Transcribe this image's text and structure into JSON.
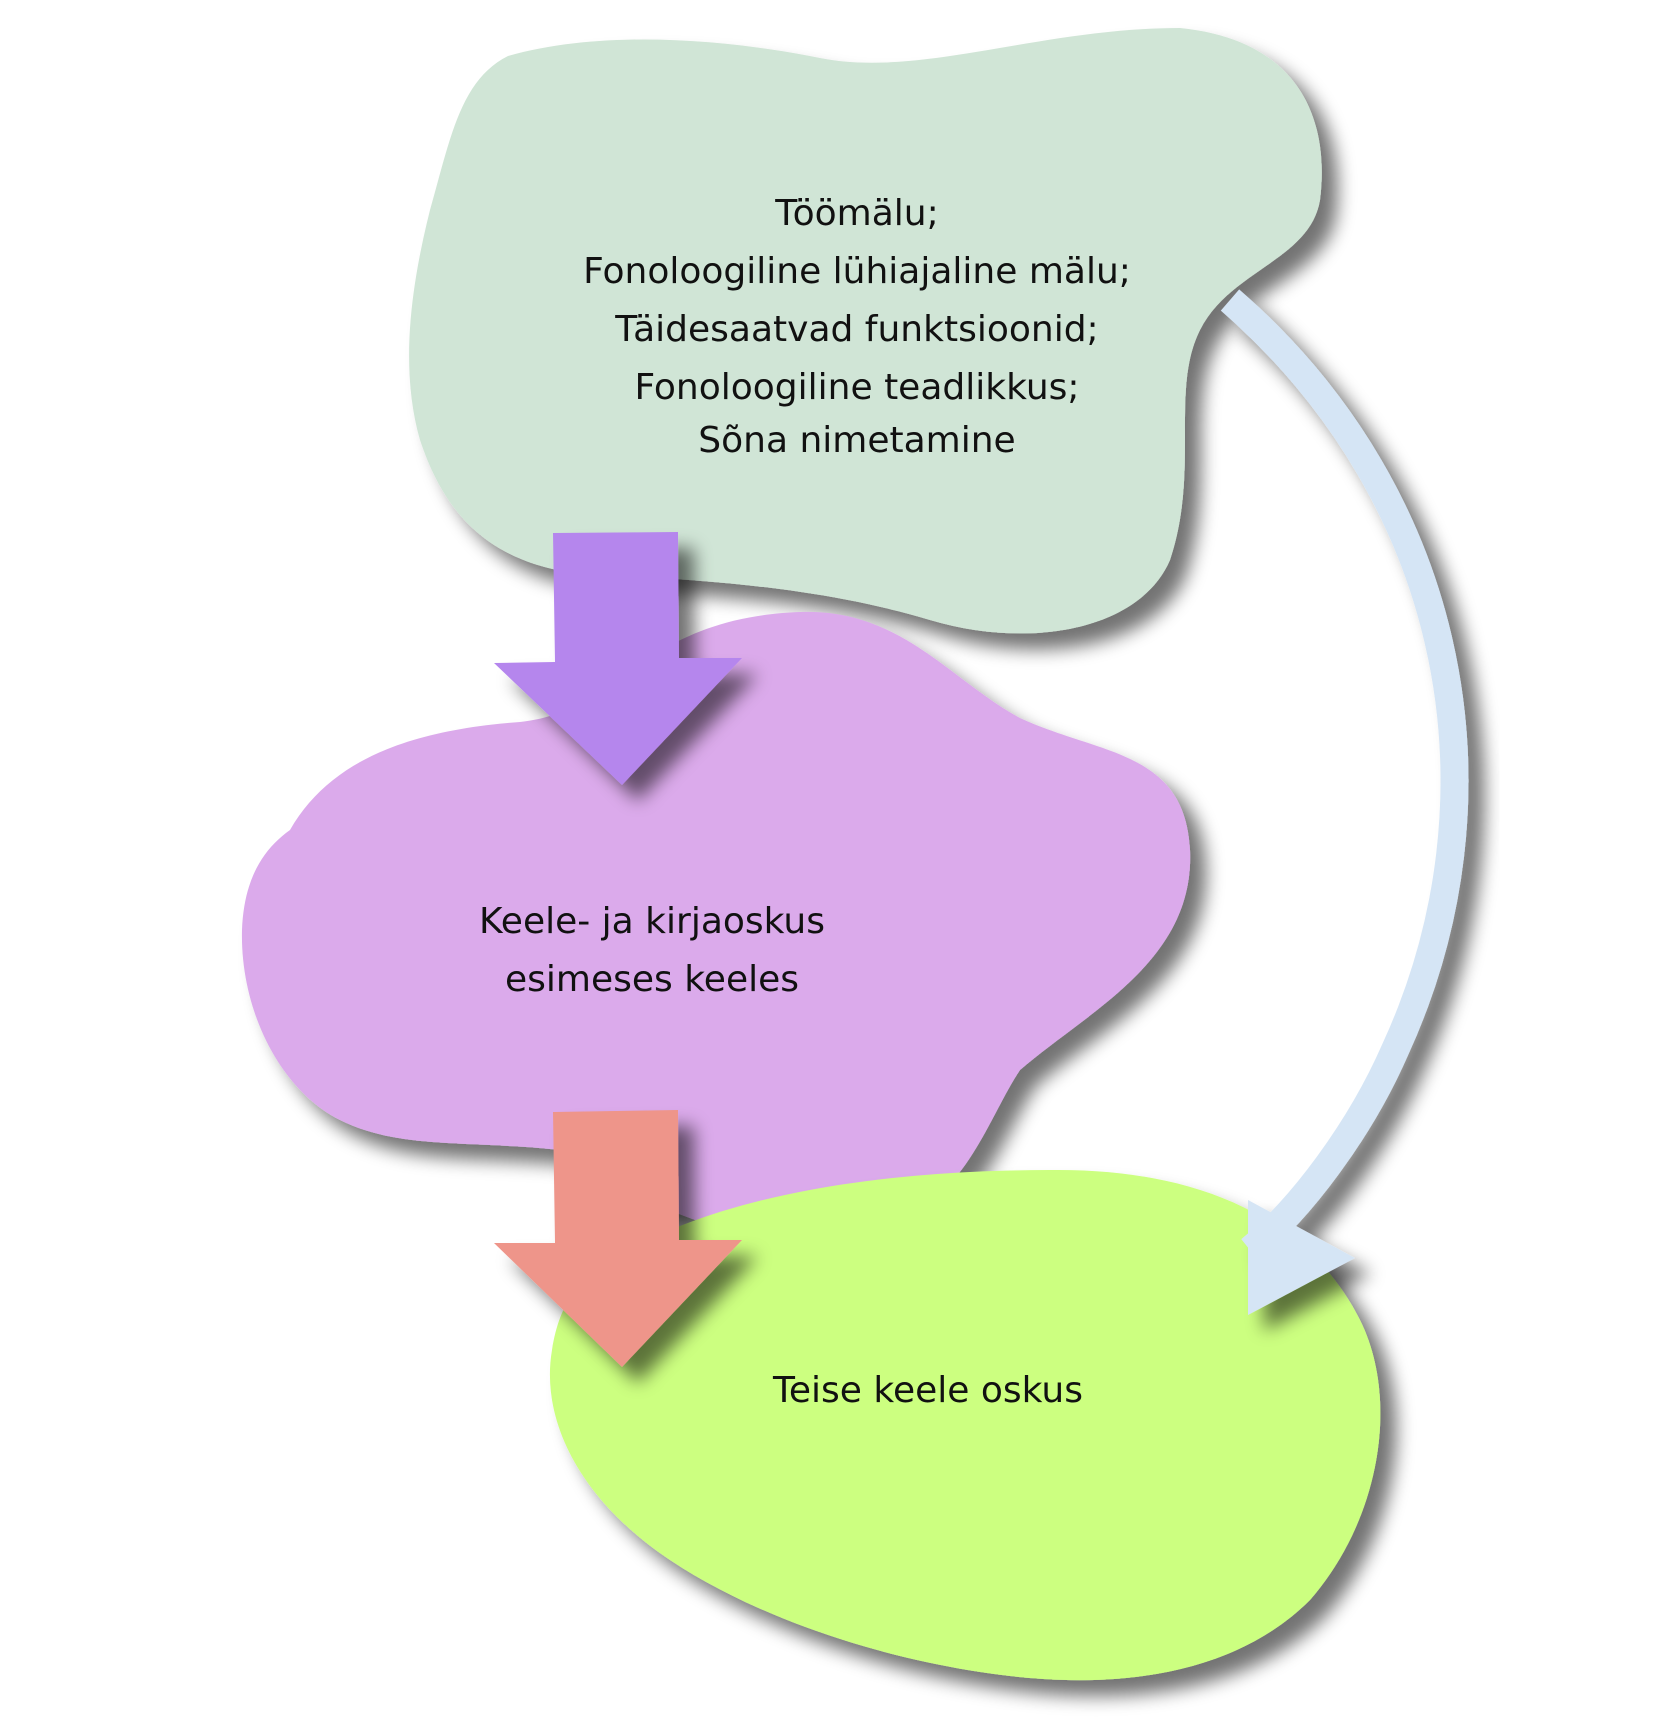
{
  "nodes": {
    "top": {
      "lines": [
        "Töömälu;",
        "Fonoloogiline lühiajaline mälu;",
        "Täidesaatvad funktsioonid;",
        "Fonoloogiline teadlikkus;",
        "Sõna nimetamine"
      ],
      "color": "#D0E5D6"
    },
    "middle": {
      "lines": [
        "Keele- ja kirjaoskus",
        "esimeses keeles"
      ],
      "color": "#DBAAEB"
    },
    "bottom": {
      "lines": [
        "Teise keele oskus"
      ],
      "color": "#CCFF80"
    }
  },
  "arrows": {
    "top_to_middle": {
      "color": "#B586ED"
    },
    "middle_to_bottom": {
      "color": "#EE958A"
    },
    "top_to_bottom_curved": {
      "color": "#D5E5F5"
    }
  }
}
